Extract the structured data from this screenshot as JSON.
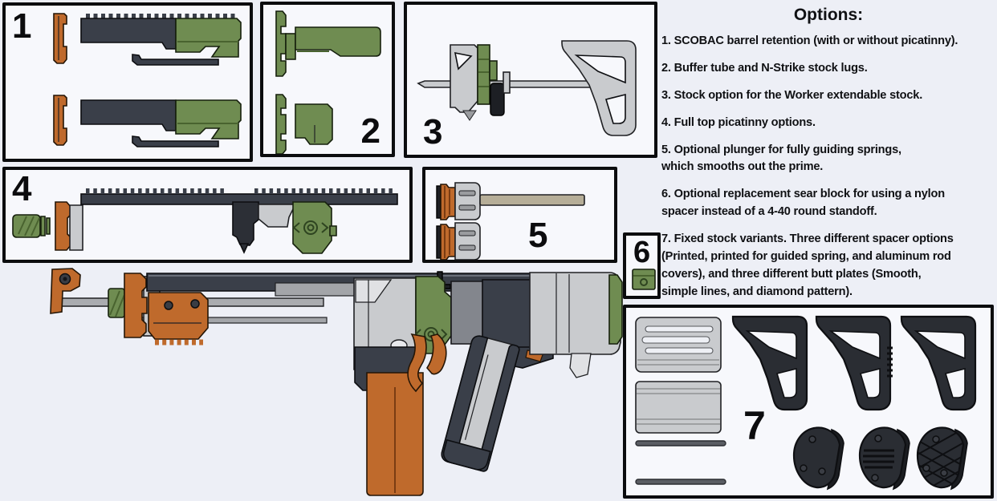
{
  "colors": {
    "page_bg": "#edeff6",
    "box_bg": "#f7f8fc",
    "orange": "#bf6a2c",
    "orange_dark": "#8a4516",
    "green": "#6f8c51",
    "green_dark": "#49632f",
    "dark": "#3a3f49",
    "gray": "#c9cbce",
    "gray_mid": "#83868d",
    "tan": "#b6ae98",
    "black_part": "#2a2d33",
    "text": "#101114"
  },
  "boxes": {
    "b1": "1",
    "b2": "2",
    "b3": "3",
    "b4": "4",
    "b5": "5",
    "b6": "6",
    "b7": "7"
  },
  "options_panel": {
    "title": "Options:",
    "items": [
      {
        "text": "1. SCOBAC barrel retention (with or without picatinny)."
      },
      {
        "text": "2. Buffer tube and N-Strike stock lugs."
      },
      {
        "text": "3. Stock option for the Worker extendable stock."
      },
      {
        "text": "4. Full top picatinny options."
      },
      {
        "text": "5. Optional plunger for fully guiding springs,\nwhich smooths out the prime."
      },
      {
        "text": "6. Optional replacement sear block for using a nylon\nspacer instead of a 4-40 round standoff."
      },
      {
        "text": "7. Fixed stock variants. Three different spacer options\n(Printed, printed for guided spring, and aluminum rod\ncovers), and three different butt plates (Smooth,\nsimple lines, and diamond pattern)."
      }
    ]
  }
}
